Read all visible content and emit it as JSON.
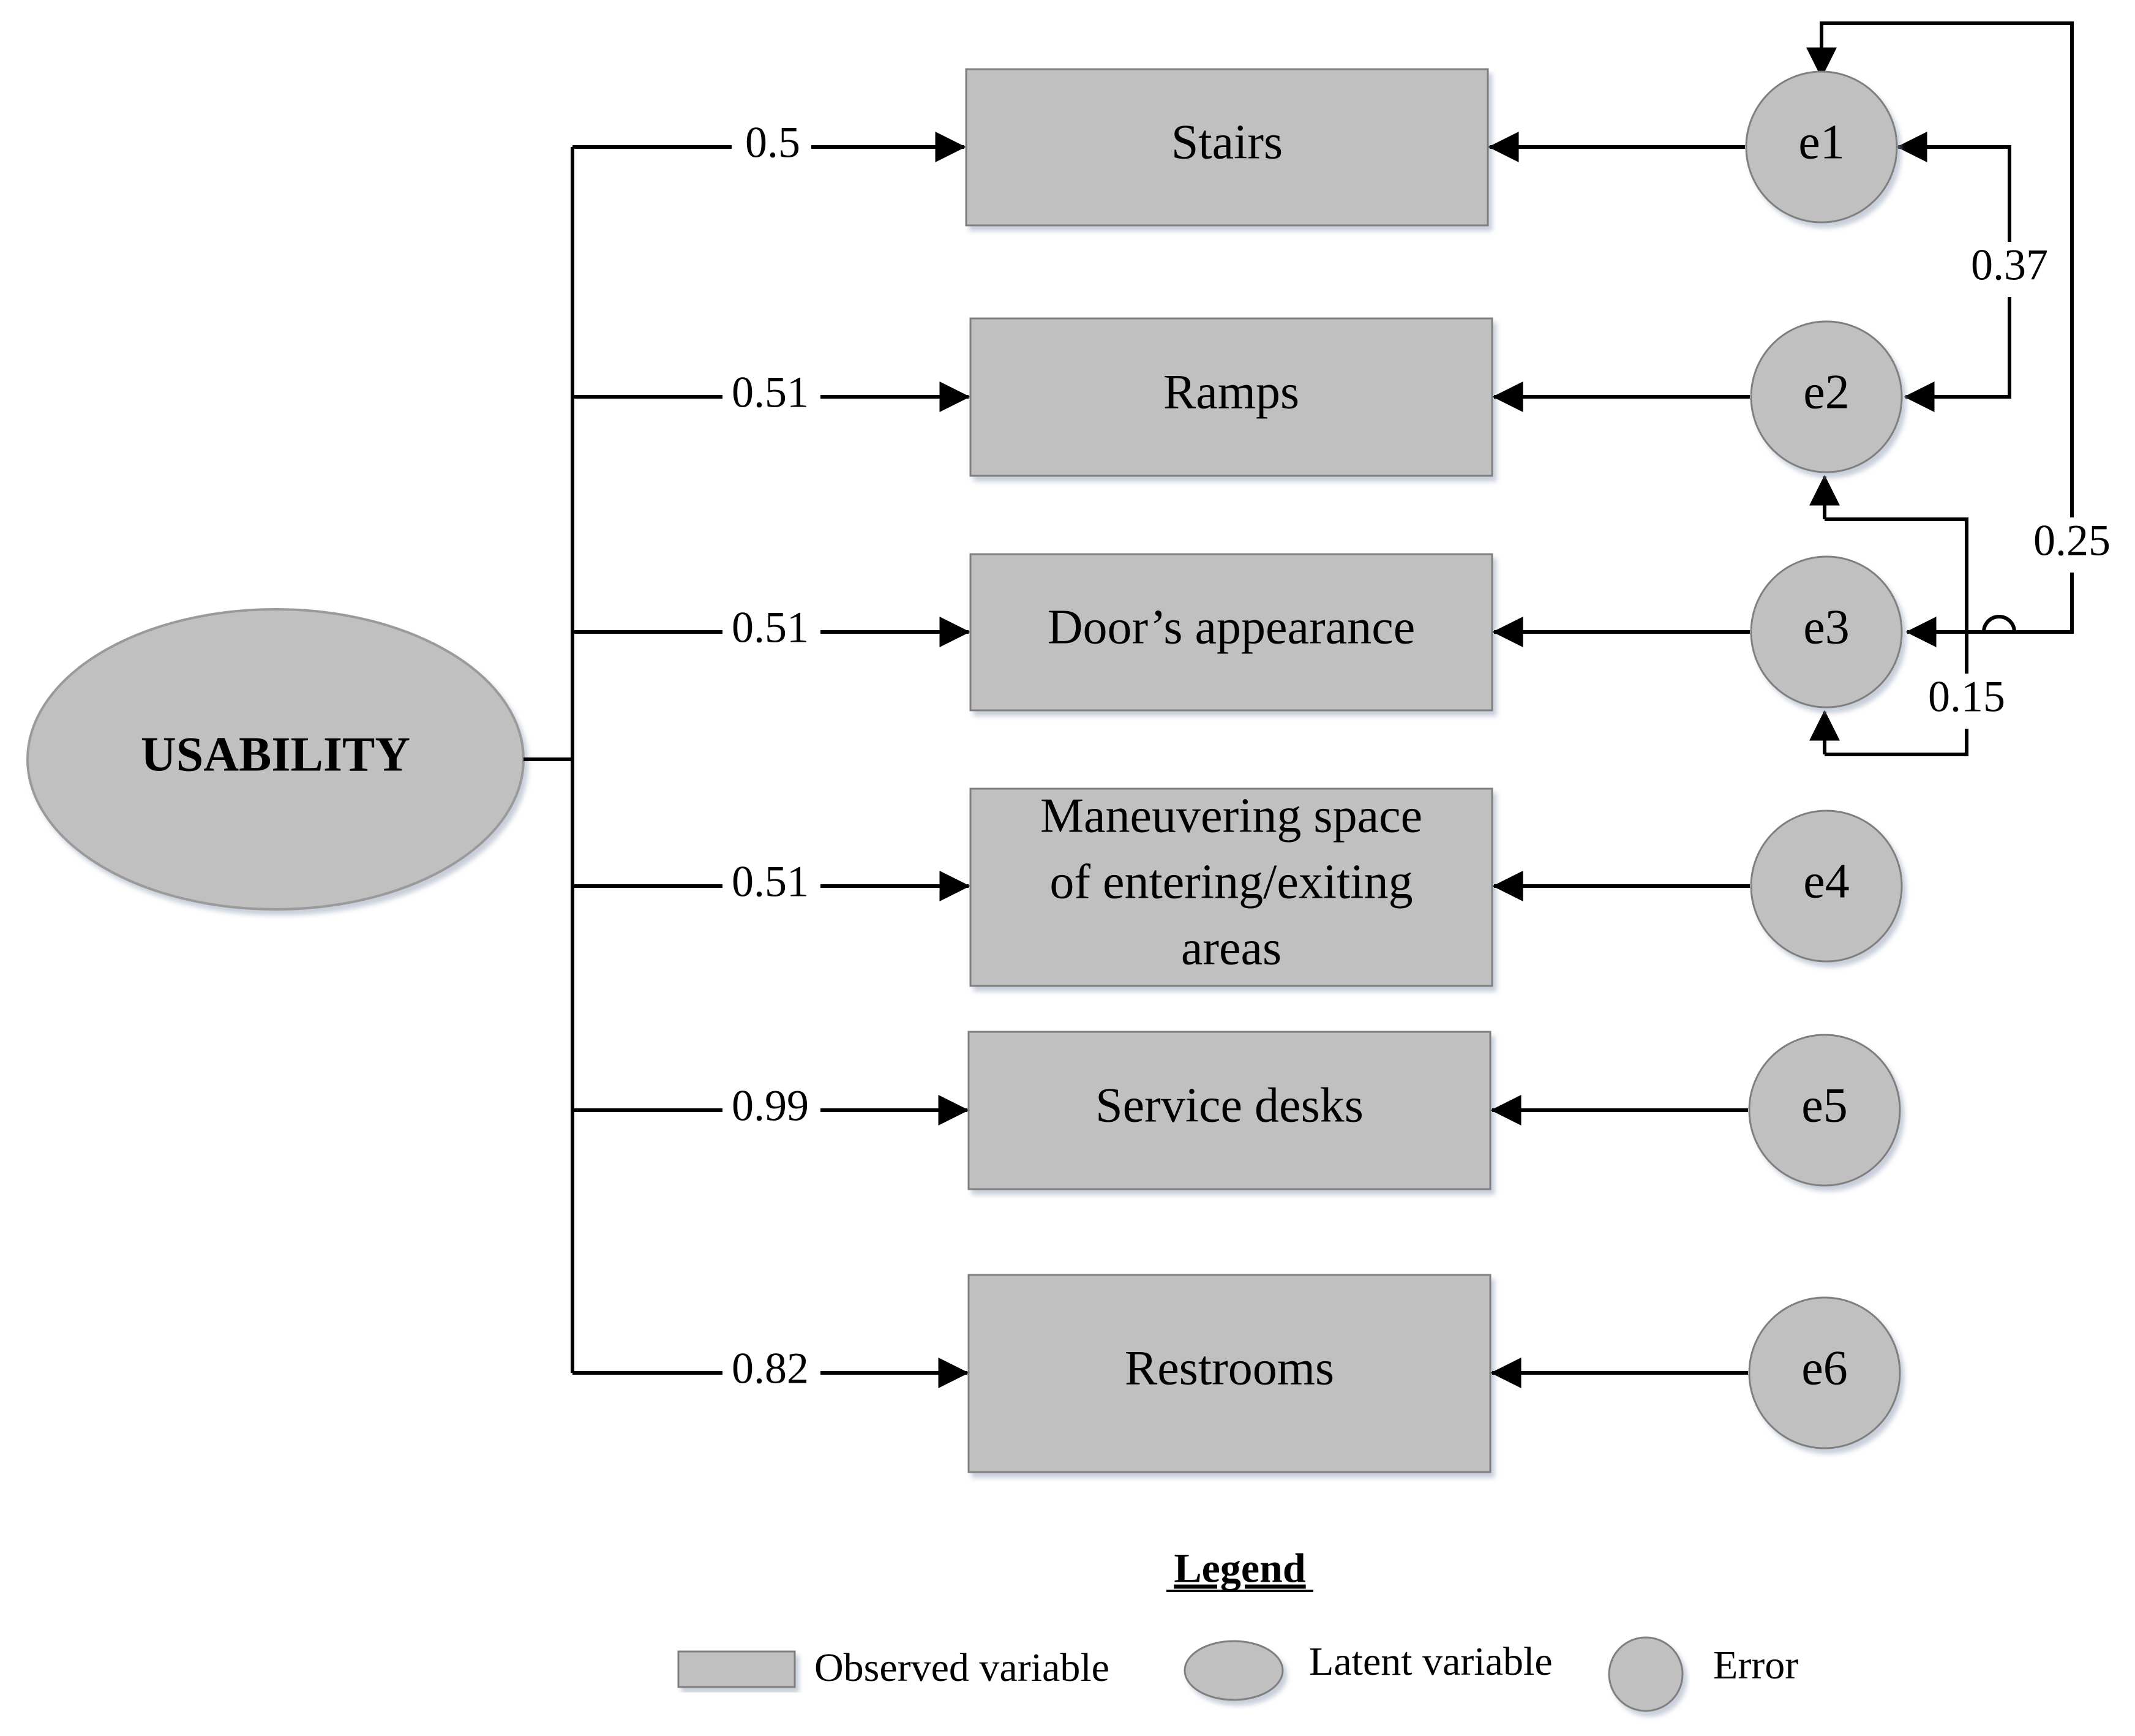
{
  "latent": {
    "label": "USABILITY"
  },
  "observed": [
    {
      "id": "stairs",
      "label_lines": [
        "Stairs"
      ],
      "loading": "0.5",
      "error": "e1"
    },
    {
      "id": "ramps",
      "label_lines": [
        "Ramps"
      ],
      "loading": "0.51",
      "error": "e2"
    },
    {
      "id": "door",
      "label_lines": [
        "Door’s appearance"
      ],
      "loading": "0.51",
      "error": "e3"
    },
    {
      "id": "maneuvering",
      "label_lines": [
        "Maneuvering space",
        "of entering/exiting",
        "areas"
      ],
      "loading": "0.51",
      "error": "e4"
    },
    {
      "id": "service",
      "label_lines": [
        "Service desks"
      ],
      "loading": "0.99",
      "error": "e5"
    },
    {
      "id": "restrooms",
      "label_lines": [
        "Restrooms"
      ],
      "loading": "0.82",
      "error": "e6"
    }
  ],
  "error_covariances": [
    {
      "from": "e1",
      "to": "e2",
      "value": "0.37"
    },
    {
      "from": "e1",
      "to": "e3",
      "value": "0.25"
    },
    {
      "from": "e2",
      "to": "e3",
      "value": "0.15"
    }
  ],
  "legend": {
    "title": "Legend",
    "observed_label": "Observed variable",
    "latent_label": "Latent variable",
    "error_label": "Error"
  },
  "colors": {
    "fill": "#c0c0c0",
    "stroke": "#000000",
    "shadow": "#d6dde8"
  }
}
